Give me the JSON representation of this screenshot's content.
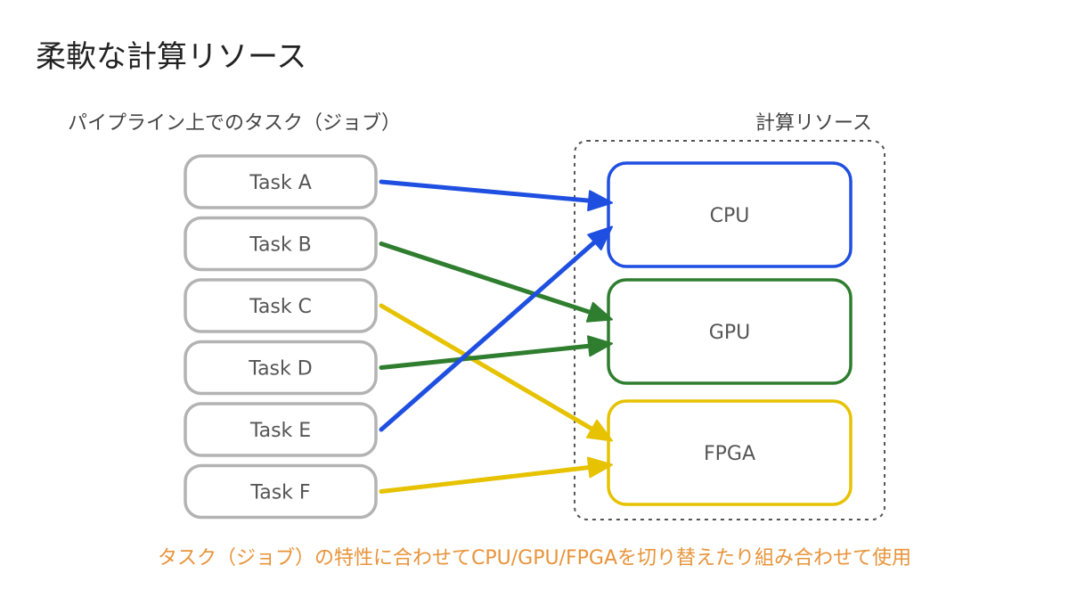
{
  "title": "柔軟な計算リソース",
  "tasks_heading": "パイプライン上でのタスク（ジョブ）",
  "resources_heading": "計算リソース",
  "tasks": [
    "Task A",
    "Task B",
    "Task C",
    "Task D",
    "Task E",
    "Task F"
  ],
  "resources": [
    {
      "label": "CPU",
      "color": "#1f4fe0"
    },
    {
      "label": "GPU",
      "color": "#2f7d2f"
    },
    {
      "label": "FPGA",
      "color": "#e6c200"
    }
  ],
  "task_box_color": "#b3b3b3",
  "container_border_color": "#555555",
  "assignments": [
    {
      "task": "Task A",
      "resource": "CPU"
    },
    {
      "task": "Task B",
      "resource": "GPU"
    },
    {
      "task": "Task C",
      "resource": "FPGA"
    },
    {
      "task": "Task D",
      "resource": "GPU"
    },
    {
      "task": "Task E",
      "resource": "CPU"
    },
    {
      "task": "Task F",
      "resource": "FPGA"
    }
  ],
  "footer": "タスク（ジョブ）の特性に合わせてCPU/GPU/FPGAを切り替えたり組み合わせて使用"
}
